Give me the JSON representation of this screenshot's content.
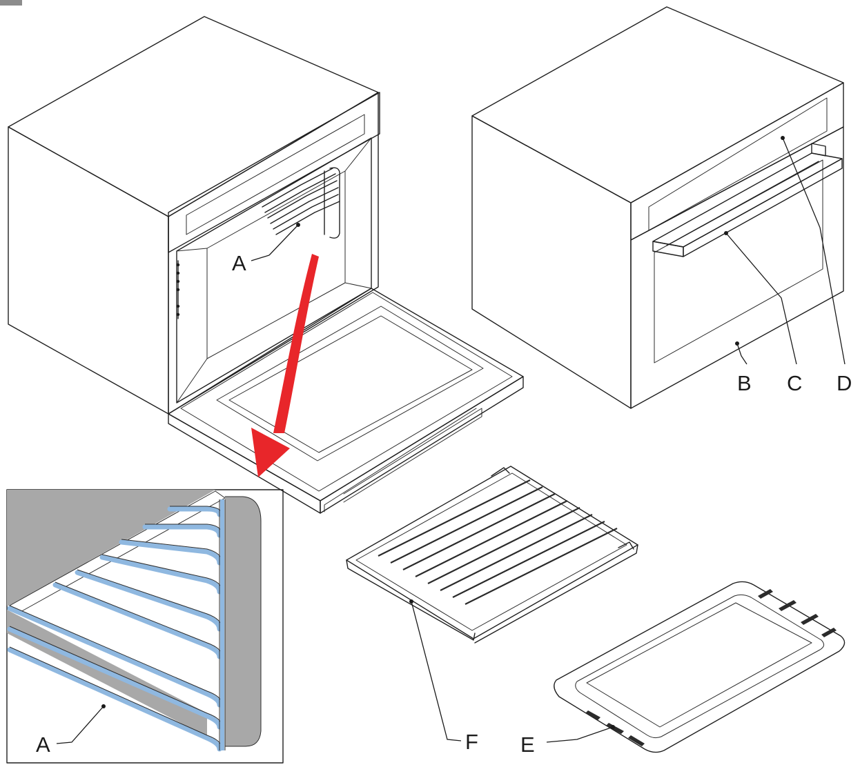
{
  "labels": {
    "a_oven": "A",
    "a_detail": "A",
    "b": "B",
    "c": "C",
    "d": "D",
    "e": "E",
    "f": "F"
  },
  "colors": {
    "line": "#1f1f1f",
    "door_blue": "#cde3f6",
    "panel_blue": "#a9cdee",
    "rail_blue": "#8fb8e0",
    "panel_grey": "#a8a8a8",
    "arrow_red": "#e8262a"
  }
}
